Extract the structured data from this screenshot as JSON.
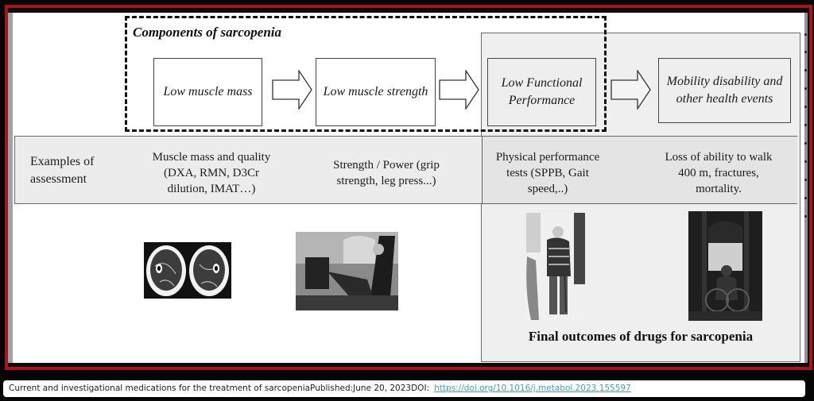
{
  "diagram": {
    "group_title": "Components of sarcopenia",
    "nodes": [
      {
        "label": "Low muscle mass"
      },
      {
        "label": "Low muscle strength"
      },
      {
        "label": "Low Functional Performance"
      },
      {
        "label": "Mobility disability and other health events"
      }
    ],
    "assessment": {
      "row_label": "Examples of assessment",
      "items": [
        "Muscle mass and quality (DXA, RMN, D3Cr dilution, IMAT…)",
        "Strength / Power (grip strength, leg press...)",
        "Physical performance tests (SPPB, Gait speed,..)",
        "Loss of ability to walk 400 m, fractures, mortality."
      ]
    },
    "images": [
      {
        "name": "mri-thigh-cross-section"
      },
      {
        "name": "leg-press-exercise"
      },
      {
        "name": "elderly-man-with-cane"
      },
      {
        "name": "person-in-wheelchair"
      }
    ],
    "final_outcomes_label": "Final outcomes of drugs for sarcopenia",
    "colors": {
      "frame": "#a8141a",
      "panel": "#efefef",
      "band": "#ececec",
      "link": "#4a9bb8"
    }
  },
  "caption": {
    "text": "Current and investigational medications for the treatment of sarcopeniaPublished:June 20, 2023DOI:",
    "doi_link": "https://doi.org/10.1016/j.metabol.2023.155597"
  }
}
